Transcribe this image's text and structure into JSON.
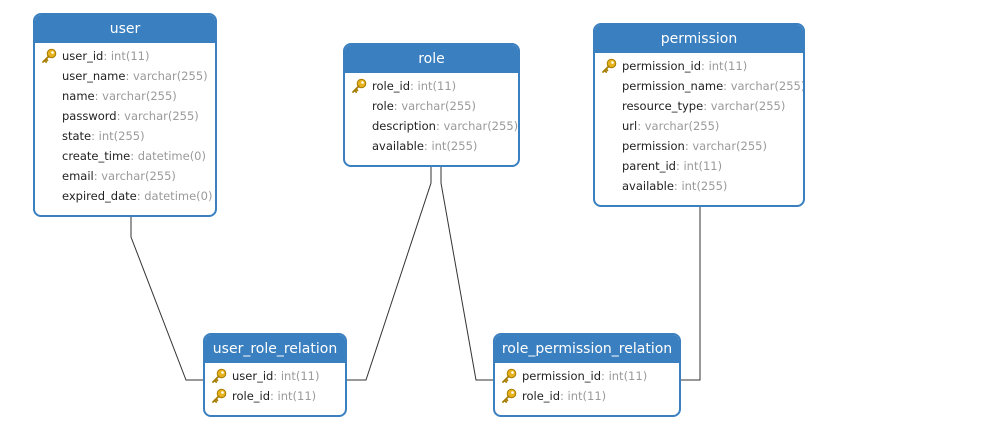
{
  "colors": {
    "header": "#3a7fbf",
    "border": "#3a7fbf",
    "connector": "#333333",
    "key": "#e6b31e"
  },
  "tables": [
    {
      "id": "user",
      "title": "user",
      "columns": [
        {
          "name": "user_id",
          "type": ": int(11)",
          "pk": true
        },
        {
          "name": "user_name",
          "type": ": varchar(255)",
          "pk": false
        },
        {
          "name": "name",
          "type": ": varchar(255)",
          "pk": false
        },
        {
          "name": "password",
          "type": ": varchar(255)",
          "pk": false
        },
        {
          "name": "state",
          "type": ": int(255)",
          "pk": false
        },
        {
          "name": "create_time",
          "type": ": datetime(0)",
          "pk": false
        },
        {
          "name": "email",
          "type": ": varchar(255)",
          "pk": false
        },
        {
          "name": "expired_date",
          "type": ": datetime(0)",
          "pk": false
        }
      ]
    },
    {
      "id": "role",
      "title": "role",
      "columns": [
        {
          "name": "role_id",
          "type": ": int(11)",
          "pk": true
        },
        {
          "name": "role",
          "type": ": varchar(255)",
          "pk": false
        },
        {
          "name": "description",
          "type": ": varchar(255)",
          "pk": false
        },
        {
          "name": "available",
          "type": ": int(255)",
          "pk": false
        }
      ]
    },
    {
      "id": "permission",
      "title": "permission",
      "columns": [
        {
          "name": "permission_id",
          "type": ": int(11)",
          "pk": true
        },
        {
          "name": "permission_name",
          "type": ": varchar(255)",
          "pk": false
        },
        {
          "name": "resource_type",
          "type": ": varchar(255)",
          "pk": false
        },
        {
          "name": "url",
          "type": ": varchar(255)",
          "pk": false
        },
        {
          "name": "permission",
          "type": ": varchar(255)",
          "pk": false
        },
        {
          "name": "parent_id",
          "type": ": int(11)",
          "pk": false
        },
        {
          "name": "available",
          "type": ": int(255)",
          "pk": false
        }
      ]
    },
    {
      "id": "user_role_relation",
      "title": "user_role_relation",
      "columns": [
        {
          "name": "user_id",
          "type": ": int(11)",
          "pk": true
        },
        {
          "name": "role_id",
          "type": ": int(11)",
          "pk": true
        }
      ]
    },
    {
      "id": "role_permission_relation",
      "title": "role_permission_relation",
      "columns": [
        {
          "name": "permission_id",
          "type": ": int(11)",
          "pk": true
        },
        {
          "name": "role_id",
          "type": ": int(11)",
          "pk": true
        }
      ]
    }
  ]
}
